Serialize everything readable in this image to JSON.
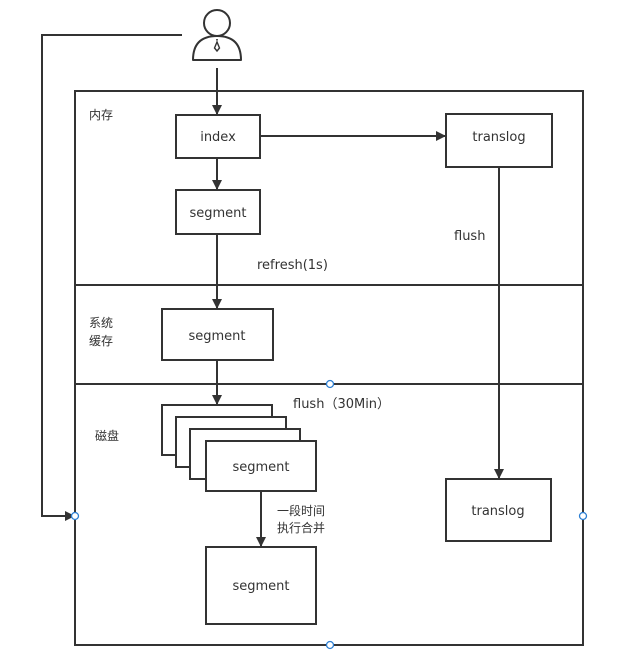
{
  "colors": {
    "stroke": "#333333",
    "text": "#333333",
    "handle": "#2d7fd3",
    "background": "#ffffff"
  },
  "actor": {
    "icon": "user-businessman-icon"
  },
  "zones": {
    "memory": "内存",
    "os_cache_line1": "系统",
    "os_cache_line2": "缓存",
    "disk": "磁盘"
  },
  "nodes": {
    "index": "index",
    "segment_memory": "segment",
    "translog_memory": "translog",
    "segment_cache": "segment",
    "segment_disk_stack": "segment",
    "segment_merged": "segment",
    "translog_disk": "translog"
  },
  "edges": {
    "refresh": "refresh(1s)",
    "flush_translog": "flush",
    "flush_segments": "flush（30Min）",
    "merge_line1": "一段时间",
    "merge_line2": "执行合并"
  }
}
